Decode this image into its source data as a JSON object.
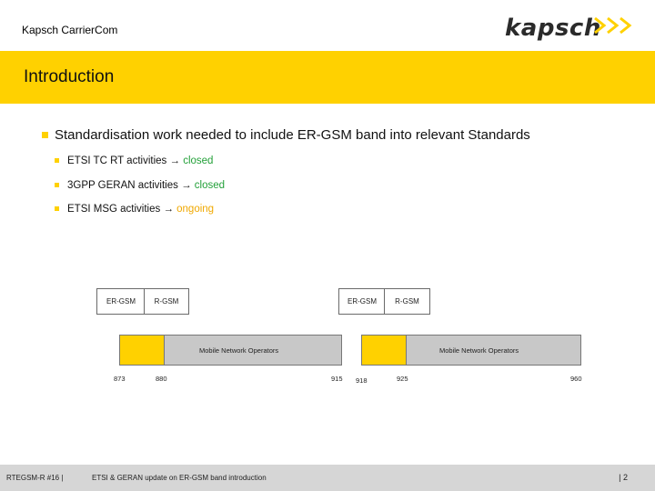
{
  "header": {
    "company": "Kapsch CarrierCom",
    "logo_text": "kapsch",
    "title": "Introduction"
  },
  "content": {
    "main_bullet": "Standardisation work needed to include ER-GSM band into relevant Standards",
    "sub_bullets": [
      {
        "text": "ETSI TC RT activities ",
        "arrow": "→",
        "status": "closed"
      },
      {
        "text": "3GPP GERAN activities ",
        "arrow": "→",
        "status": "closed"
      },
      {
        "text": "ETSI MSG activities ",
        "arrow": "→",
        "status": "ongoing"
      }
    ]
  },
  "diagram": {
    "uplink": {
      "er_gsm_label": "ER-GSM",
      "r_gsm_label": "R-GSM",
      "operators_label": "Mobile Network Operators",
      "freqs": [
        "873",
        "880",
        "915"
      ]
    },
    "downlink": {
      "er_gsm_label": "ER-GSM",
      "r_gsm_label": "R-GSM",
      "operators_label": "Mobile Network Operators",
      "freqs": [
        "918",
        "925",
        "960"
      ]
    }
  },
  "footer": {
    "left": "RTEGSM-R #16 |",
    "middle": "ETSI & GERAN update on ER-GSM band introduction",
    "page": "| 2"
  },
  "colors": {
    "brand_yellow": "#ffd100",
    "closed_green": "#23a039",
    "ongoing_orange": "#f0a800",
    "band_grey": "#c8c8c8"
  }
}
